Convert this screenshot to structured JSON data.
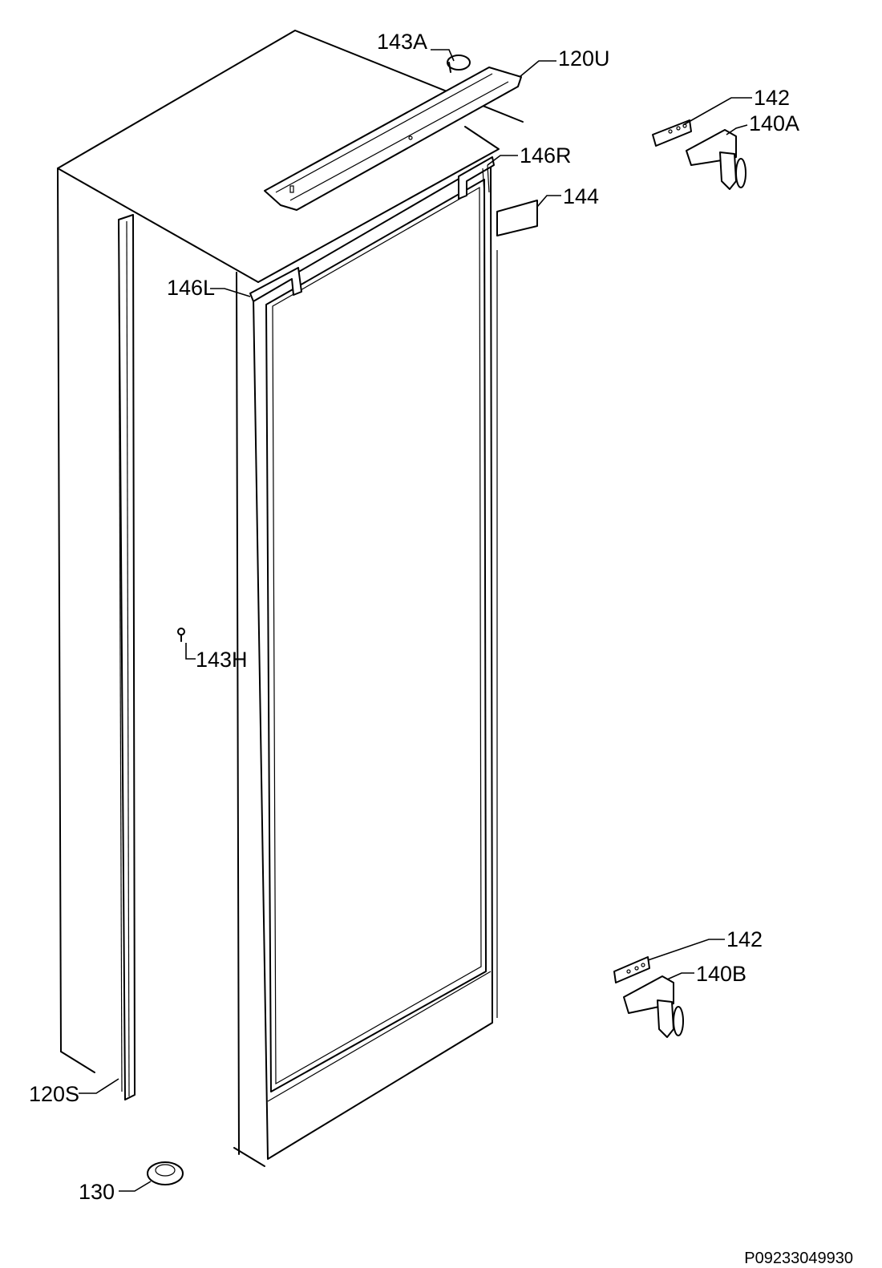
{
  "diagram": {
    "labels": {
      "l_143A": "143A",
      "l_120U": "120U",
      "l_142_top": "142",
      "l_140A": "140A",
      "l_146R": "146R",
      "l_144": "144",
      "l_146L": "146L",
      "l_143H": "143H",
      "l_142_bottom": "142",
      "l_140B": "140B",
      "l_120S": "120S",
      "l_130": "130"
    },
    "reference_code": "P09233049930"
  }
}
